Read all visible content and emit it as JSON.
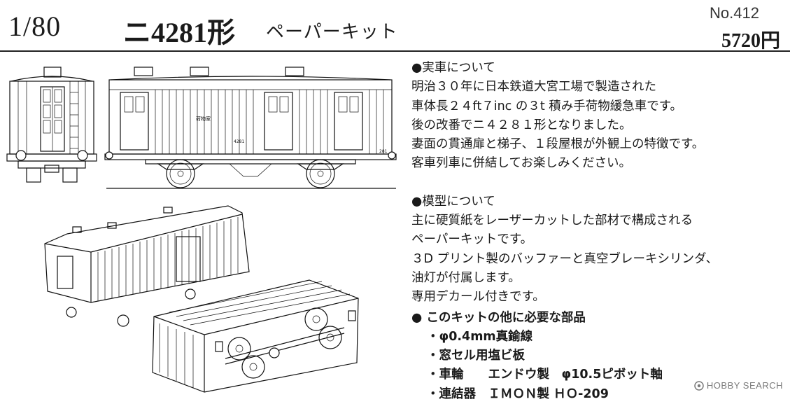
{
  "header": {
    "scale": "1/80",
    "model": "ニ4281形",
    "kit_type": "ペーパーキット",
    "catalog_no": "No.412",
    "price": "5720円"
  },
  "real_car": {
    "heading": "●実車について",
    "lines": [
      "明治３０年に日本鉄道大宮工場で製造された",
      "車体長２４ft７inc の３t 積み手荷物緩急車です。",
      "後の改番でニ４２８１形となりました。",
      "妻面の貫通扉と梯子、１段屋根が外観上の特徴です。",
      "客車列車に併結してお楽しみください。"
    ]
  },
  "model_info": {
    "heading": "●模型について",
    "lines": [
      "主に硬質紙をレーザーカットした部材で構成される",
      "ペーパーキットです。",
      "３D プリント製のバッファーと真空ブレーキシリンダ、",
      "油灯が付属します。",
      "専用デカール付きです。"
    ]
  },
  "required_parts": {
    "heading": "●  このキットの他に必要な部品",
    "items": [
      "・φ0.4mm真鍮線",
      "・窓セル用塩ビ板",
      "・車輪　　エンドウ製　φ10.5ピボット軸",
      "・連結器　ＩＭＯＮ製 ＨＯ-209"
    ]
  },
  "drawing_labels": {
    "side_number": "4281",
    "compartment": "荷物室",
    "end_number": "281"
  },
  "watermark": {
    "text": "HOBBY SEARCH",
    "icon": "hobby-search-logo-icon"
  }
}
